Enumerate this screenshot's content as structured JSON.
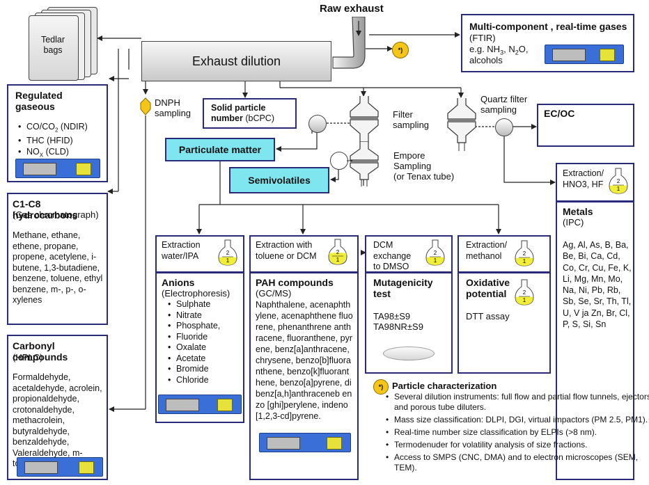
{
  "title": "Raw exhaust",
  "dilution": "Exhaust dilution",
  "tedlar": "Tedlar\nbags",
  "multi": {
    "title": "Multi-component , real-time gases",
    "sub": "(FTIR)",
    "body_pre": "e.g. NH",
    "body_mid": ", N",
    "body_post": "O,",
    "body_line2": "alcohols",
    "sub3": "3",
    "sub2": "2"
  },
  "star": "*)",
  "regulated": {
    "title": "Regulated gaseous",
    "items": [
      "CO/CO2 (NDIR)",
      "THC (HFID)",
      "NOx (CLD)"
    ]
  },
  "dnph": "DNPH\nsampling",
  "solid": {
    "title": "Solid particle number",
    "sub": "(bCPC)"
  },
  "filter_sampling": "Filter\nsampling",
  "quartz": "Quartz filter\nsampling",
  "ecoc": "EC/OC",
  "empore": "Empore\nSampling\n(or Tenax tube)",
  "pm": "Particulate matter",
  "semi": "Semivolatiles",
  "c1c8": {
    "title": "C1-C8 hydrocarbons",
    "sub": "(Gas chromatograph)",
    "body": "Methane, ethane, ethene, propane, propene, acetylene, i-butene, 1,3-butadiene, benzene, toluene, ethyl benzene, m-, p-, o-xylenes"
  },
  "carbonyl": {
    "title": "Carbonyl compounds",
    "sub": "(HPLC)",
    "body": "Formaldehyde, acetaldehyde, acrolein, propionaldehyde, crotonaldehyde, methacrolein, butyraldehyde, benzaldehyde, Valeraldehyde, m-tolualdehyde, hexanal"
  },
  "anions": {
    "extract": "Extraction water/IPA",
    "title": "Anions",
    "sub": "(Electrophoresis)",
    "items": [
      "Sulphate",
      "Nitrate",
      "Phosphate,",
      "Fluoride",
      "Oxalate",
      "Acetate",
      "Bromide",
      "Chloride"
    ]
  },
  "pah": {
    "extract": "Extraction with toluene or DCM",
    "title": "PAH compounds",
    "sub": "(GC/MS)",
    "body": "Naphthalene, acenaphthylene, acenaphthene fluorene, phenanthrene anthracene, fluoranthene, pyrene, benz[a]anthracene, chrysene, benzo[b]fluoranthene, benzo[k]fluoranthene, benzo[a]pyrene, dibenz[a,h]anthraceneb enzo [ghi]perylene, indeno [1,2,3-cd]pyrene."
  },
  "muta": {
    "extract": "DCM exchange to DMSO",
    "title": "Mutagenicity test",
    "body": "TA98±S9\nTA98NR±S9"
  },
  "oxid": {
    "extract": "Extraction/ methanol",
    "title": "Oxidative potential",
    "body": "DTT assay"
  },
  "metals": {
    "extract": "Extraction/ HNO3, HF",
    "title": "Metals",
    "sub": "(IPC)",
    "body": "Ag, Al, As, B, Ba, Be, Bi, Ca, Cd, Co, Cr, Cu, Fe, K, Li, Mg, Mn, Mo, Na, Ni, Pb, Rb, Sb, Se, Sr, Th, Tl, U, V ja Zn, Br, Cl, P, S, Si, Sn"
  },
  "pc": {
    "title": "Particle characterization",
    "items": [
      "Several dilution instruments: full flow and partial flow tunnels, ejectors and porous tube diluters.",
      "Mass size classification: DLPI, DGI, virtual impactors (PM 2.5, PM1).",
      "Real-time number size classification by ELPIs (>8 nm).",
      "Termodenuder for volatility analysis of size fractions.",
      "Access to SMPS (CNC, DMA) and to electron microscopes (SEM, TEM)."
    ]
  },
  "flask_labels": [
    "2",
    "1"
  ],
  "colors": {
    "border": "#2a2a7a",
    "cyan": "#7fe6ef",
    "device": "#3b6fd8",
    "flask": "#f1ee3a",
    "star": "#f5c518"
  }
}
